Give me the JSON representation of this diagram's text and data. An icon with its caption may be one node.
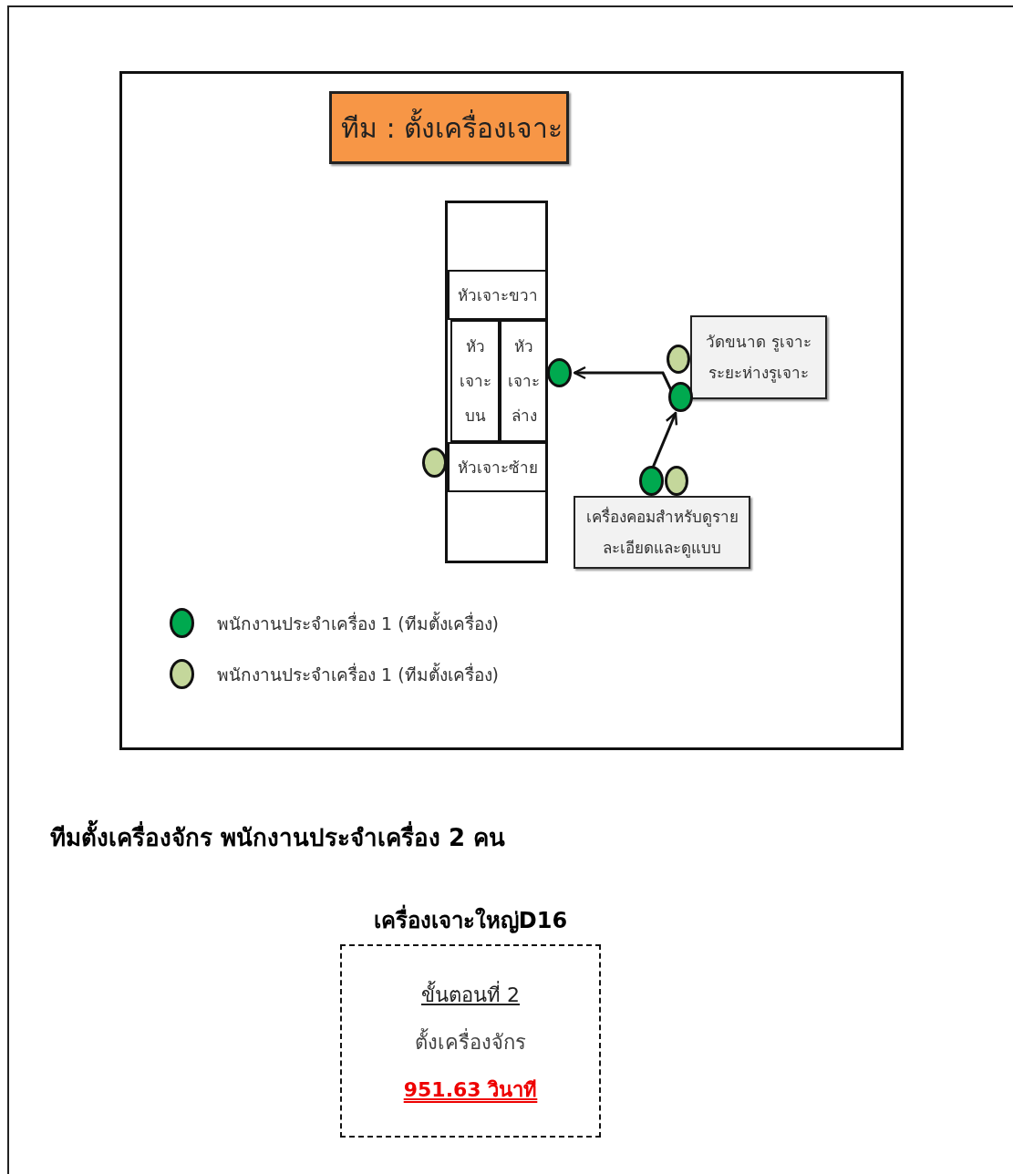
{
  "diagram": {
    "nodes": [
      {
        "text": [
          "ทีม : ตั้งเครื่องเจาะ"
        ]
      },
      {
        "text": [],
        "shape": "box"
      },
      {
        "text": [
          "หัวเจาะขวา"
        ],
        "in": 1
      },
      {
        "text": [
          "หัวเจาะบน"
        ],
        "in": 1
      },
      {
        "text": [
          "หัวเจาะล่าง"
        ],
        "in": 1
      },
      {
        "text": [
          "หัวเจาะซ้าย"
        ],
        "in": 1
      },
      {
        "text": [
          "วัดขนาด รูเจาะระยะห่างรูเจาะ"
        ]
      },
      {
        "text": [
          "เครื่องคอมสำหรับดูรายละเอียดและดูแบบ"
        ]
      },
      {
        "text": [],
        "shape": "circle"
      },
      {
        "text": [],
        "shape": "circle"
      },
      {
        "text": [],
        "shape": "circle"
      },
      {
        "text": [],
        "shape": "circle"
      },
      {
        "text": [],
        "shape": "circle"
      },
      {
        "text": [],
        "shape": "circle"
      },
      {
        "text": [
          "เครื่องเจาะใหญ่D16",
          "ขั้นตอนที่ 2",
          "ตั้งเครื่องจักร",
          "951.63 วินาที"
        ]
      }
    ],
    "edges": [
      {
        "from": 10,
        "to": 8,
        "arrow": "to"
      },
      {
        "from": 12,
        "to": 10,
        "arrow": "to"
      }
    ],
    "labels": [
      "ทีมตั้งเครื่องจักร พนักงานประจำเครื่อง 2 คน"
    ],
    "legend": [
      {
        "text": "พนักงานประจำเครื่อง 1 (ทีมตั้งเครื่อง)",
        "color": "#00a94f"
      },
      {
        "text": "พนักงานประจำเครื่อง 1 (ทีมตั้งเครื่อง)",
        "color": "#c4d79b"
      }
    ]
  }
}
